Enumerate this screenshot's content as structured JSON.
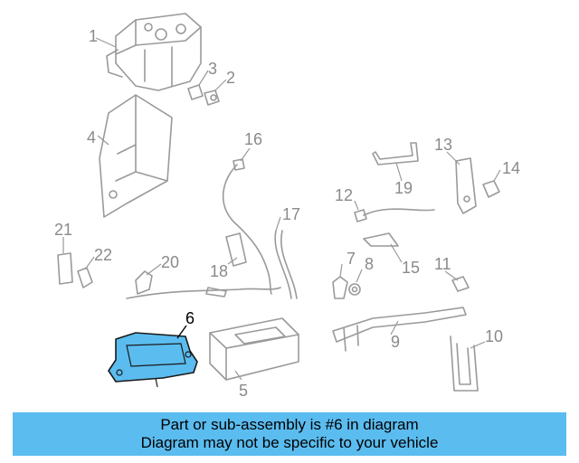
{
  "callouts": [
    "1",
    "2",
    "3",
    "4",
    "5",
    "6",
    "7",
    "8",
    "9",
    "10",
    "11",
    "12",
    "13",
    "14",
    "15",
    "16",
    "17",
    "18",
    "19",
    "20",
    "21",
    "22"
  ],
  "highlight_part": "6",
  "highlight_color": "#5bbcef",
  "banner": {
    "line1": "Part or sub-assembly is #6 in diagram",
    "line2": "Diagram may not be specific to your vehicle",
    "background": "#5bbcef"
  }
}
